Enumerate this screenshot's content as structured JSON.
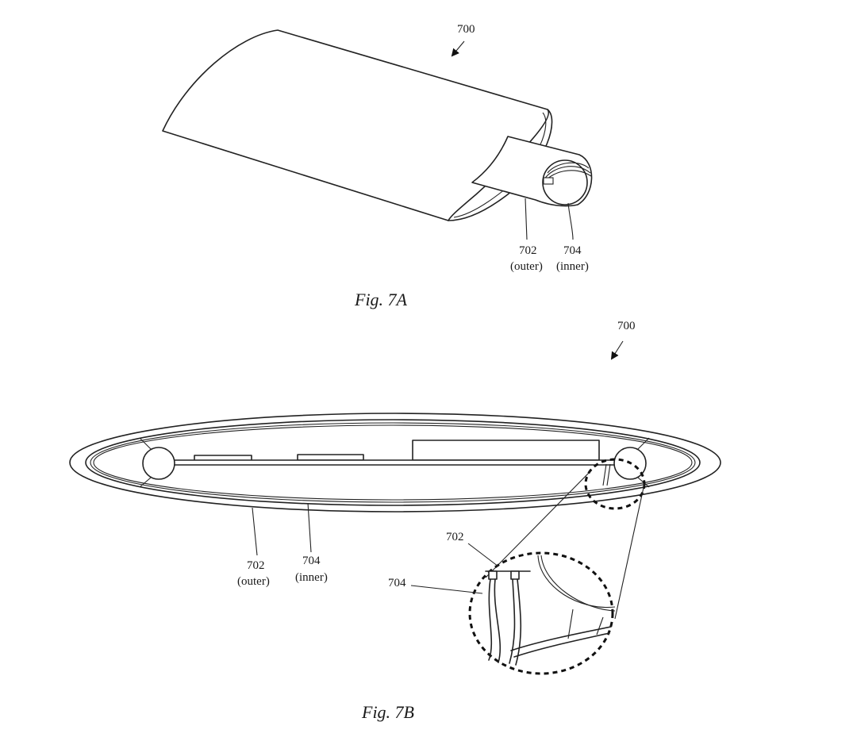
{
  "figure_7a": {
    "ref_device": "700",
    "ref_outer": "702",
    "label_outer": "(outer)",
    "ref_inner": "704",
    "label_inner": "(inner)",
    "caption": "Fig. 7A"
  },
  "figure_7b": {
    "ref_device": "700",
    "ref_outer": "702",
    "label_outer": "(outer)",
    "ref_inner": "704",
    "label_inner": "(inner)",
    "detail_ref_outer": "702",
    "detail_ref_inner": "704",
    "caption": "Fig. 7B"
  }
}
